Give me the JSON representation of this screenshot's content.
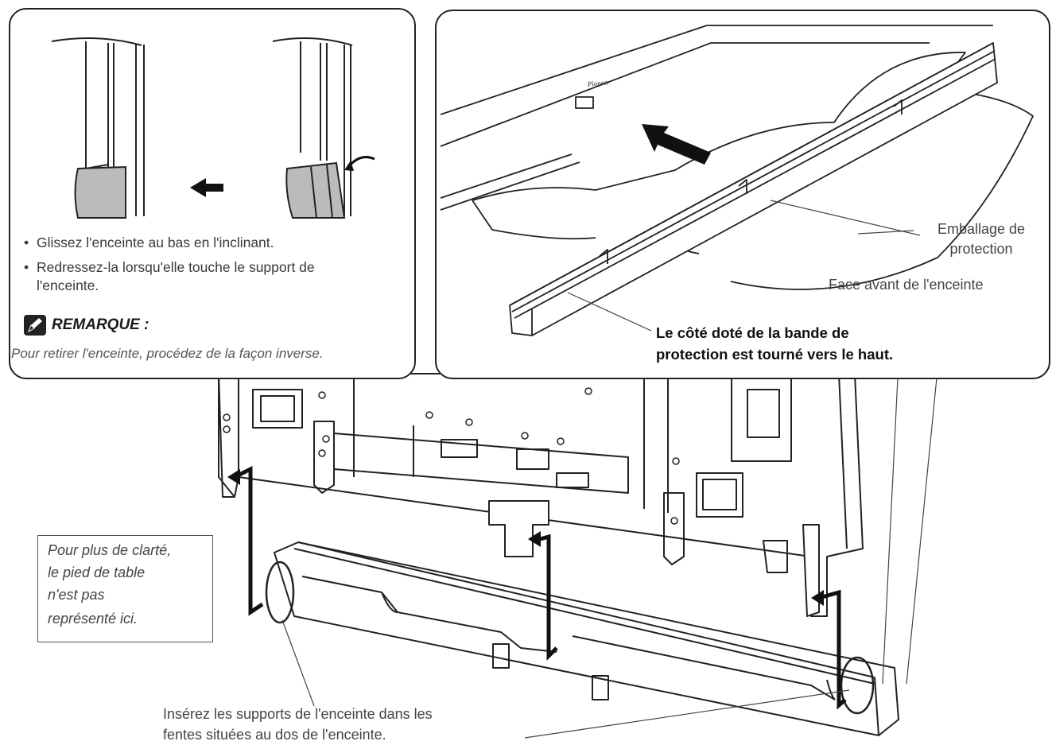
{
  "left_callout": {
    "bullets": [
      "Glissez l'enceinte au bas en l'inclinant.",
      "Redressez-la lorsqu'elle touche le support de",
      "l'enceinte."
    ],
    "bullet_glyph": "•",
    "note_title": "REMARQUE :",
    "note_icon": "pencil-note-icon",
    "note_text": "Pour retirer l'enceinte, procédez de la façon inverse."
  },
  "right_callout": {
    "logo_text": "Pioneer",
    "packing_label_line1": "Emballage de",
    "packing_label_line2": "protection",
    "front_label": "Face avant de l'enceinte",
    "bold_line1": "Le côté doté de la bande de",
    "bold_line2": "protection est tourné vers le haut."
  },
  "main": {
    "clarity_note": [
      "Pour plus de clarté,",
      "le pied de table",
      "n'est pas",
      "représenté ici."
    ],
    "insert_caption_line1": "Insérez les supports de l'enceinte dans les",
    "insert_caption_line2": "fentes situées au dos de l'enceinte."
  }
}
